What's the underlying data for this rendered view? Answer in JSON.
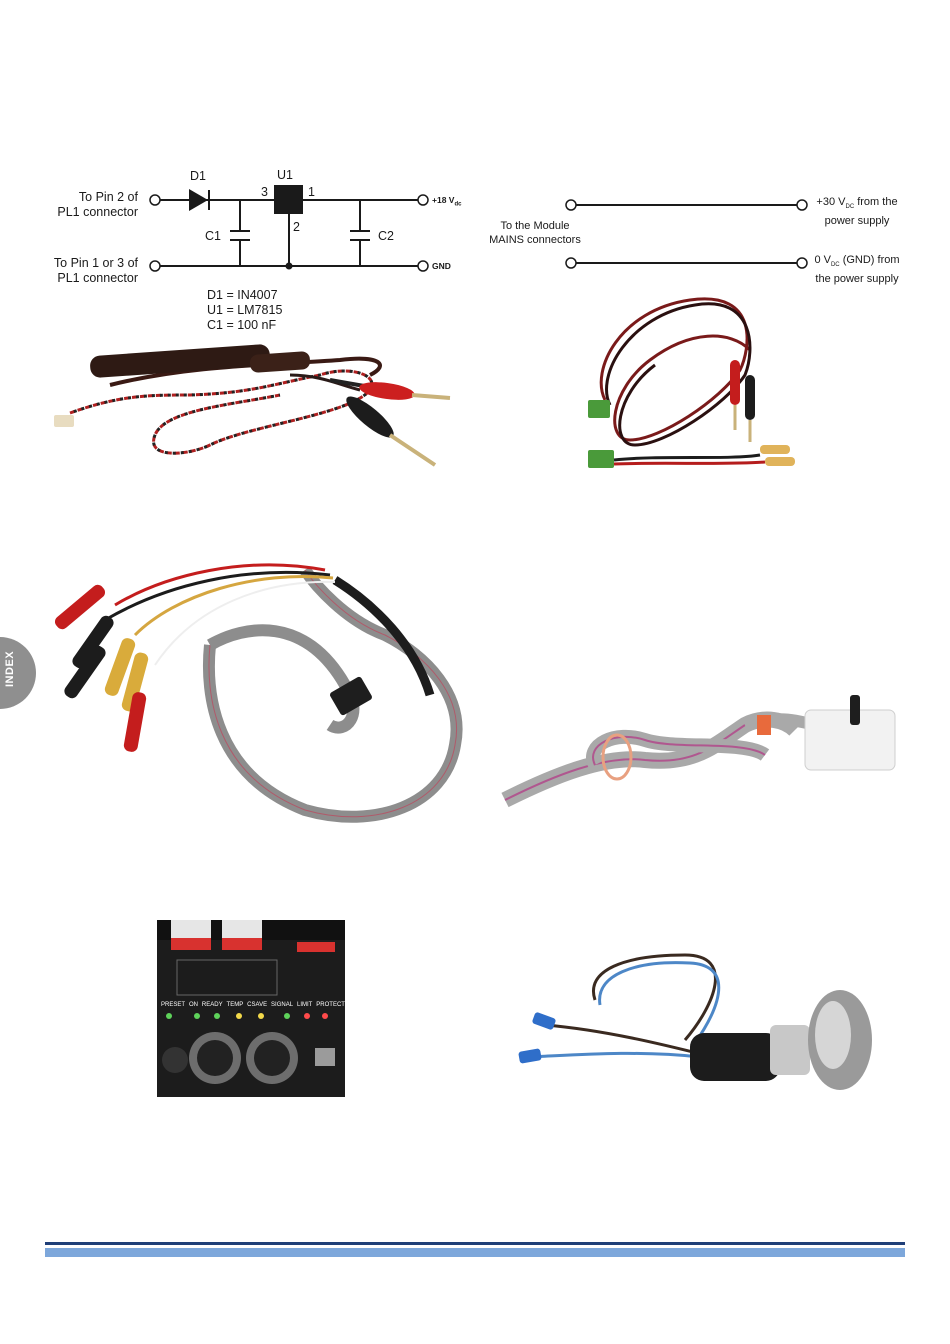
{
  "sidebar_tab": {
    "label": "INDEX"
  },
  "schematic_regulator": {
    "left_top": [
      "To Pin 2 of",
      "PL1 connector"
    ],
    "left_bottom": [
      "To Pin 1 or 3 of",
      "PL1 connector"
    ],
    "d1": "D1",
    "u1": "U1",
    "c1": "C1",
    "c2": "C2",
    "pin3": "3",
    "pin1": "1",
    "pin2": "2",
    "out_plus_main": "+18 V",
    "out_plus_sub": "dc",
    "out_gnd": "GND",
    "legend": [
      "D1 = IN4007",
      "U1 = LM7815",
      "C1 = 100 nF"
    ]
  },
  "schematic_mains": {
    "left_label": [
      "To the Module",
      "MAINS connectors"
    ],
    "top_right_main": "+30 V",
    "top_right_sub": "DC",
    "top_right_rest": " from the",
    "top_right_line2": "power supply",
    "bottom_right_main": "0 V",
    "bottom_right_sub": "DC",
    "bottom_right_rest": " (GND) from",
    "bottom_right_line2": "the power supply"
  },
  "panel_board": {
    "labels": [
      "PRESET",
      "ON",
      "READY",
      "TEMP",
      "CSAVE",
      "SIGNAL",
      "LIMIT",
      "PROTECT"
    ]
  }
}
